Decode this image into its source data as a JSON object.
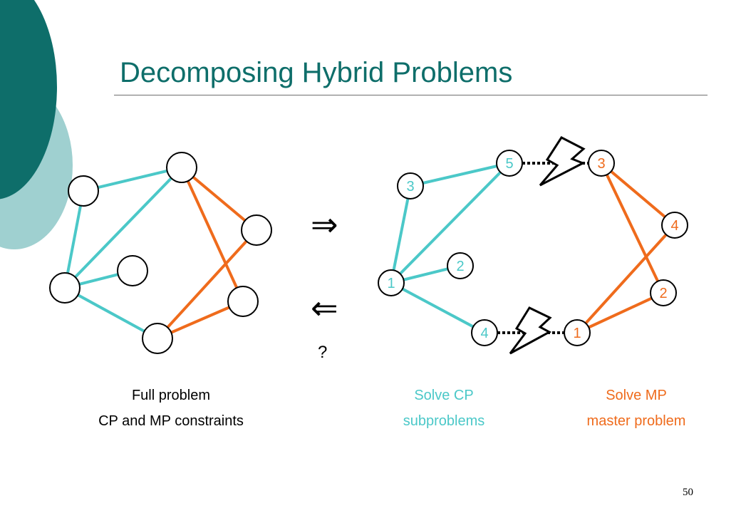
{
  "slide": {
    "title": "Decomposing Hybrid Problems",
    "page_number": "50"
  },
  "colors": {
    "accent_dark": "#0e6e6a",
    "accent_light": "#9fd0d0",
    "cp": "#4bc8c8",
    "mp": "#ef6b1c"
  },
  "arrows": {
    "forward": "⇒",
    "backward": "⇐",
    "question": "?"
  },
  "captions": {
    "full": [
      "Full problem",
      "CP and MP constraints"
    ],
    "cp": [
      "Solve CP",
      "subproblems"
    ],
    "mp": [
      "Solve MP",
      "master problem"
    ]
  },
  "full_graph": {
    "nodes": [
      "n1",
      "n2",
      "n3",
      "n4",
      "n5",
      "n6",
      "n7"
    ],
    "edges": [
      {
        "from": "n1",
        "to": "n2",
        "type": "cp"
      },
      {
        "from": "n1",
        "to": "n5",
        "type": "cp"
      },
      {
        "from": "n2",
        "to": "n5",
        "type": "cp"
      },
      {
        "from": "n4",
        "to": "n5",
        "type": "cp"
      },
      {
        "from": "n5",
        "to": "n7",
        "type": "cp"
      },
      {
        "from": "n2",
        "to": "n3",
        "type": "mp"
      },
      {
        "from": "n2",
        "to": "n6",
        "type": "mp"
      },
      {
        "from": "n3",
        "to": "n7",
        "type": "mp"
      },
      {
        "from": "n6",
        "to": "n7",
        "type": "mp"
      }
    ]
  },
  "decomposed": {
    "cp_nodes": [
      {
        "id": "c5",
        "label": "5"
      },
      {
        "id": "c3",
        "label": "3"
      },
      {
        "id": "c2",
        "label": "2"
      },
      {
        "id": "c1",
        "label": "1"
      },
      {
        "id": "c4",
        "label": "4"
      }
    ],
    "mp_nodes": [
      {
        "id": "m3",
        "label": "3"
      },
      {
        "id": "m4",
        "label": "4"
      },
      {
        "id": "m2",
        "label": "2"
      },
      {
        "id": "m1",
        "label": "1"
      }
    ],
    "cp_edges": [
      {
        "from": "c3",
        "to": "c5"
      },
      {
        "from": "c3",
        "to": "c1"
      },
      {
        "from": "c1",
        "to": "c5"
      },
      {
        "from": "c1",
        "to": "c2"
      },
      {
        "from": "c1",
        "to": "c4"
      }
    ],
    "mp_edges": [
      {
        "from": "m3",
        "to": "m4"
      },
      {
        "from": "m3",
        "to": "m2"
      },
      {
        "from": "m4",
        "to": "m1"
      },
      {
        "from": "m2",
        "to": "m1"
      }
    ],
    "links": [
      {
        "from": "c5",
        "to": "m3"
      },
      {
        "from": "c4",
        "to": "m1"
      }
    ]
  },
  "icons": [
    "lightning-bolt-icon",
    "lightning-bolt-icon"
  ]
}
